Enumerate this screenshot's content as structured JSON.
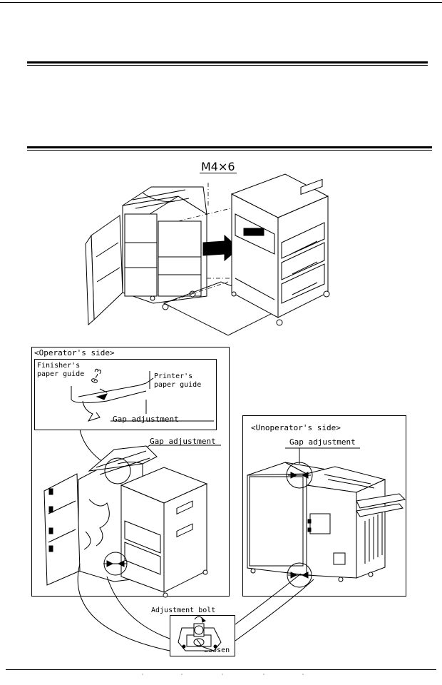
{
  "figure": {
    "screw_label": "M4×6",
    "operator_side_title": "<Operator's side>",
    "unoperator_side_title": "<Unoperator's side>",
    "finisher_guide_label": "Finisher's\npaper guide",
    "printer_guide_label": "Printer's\npaper guide",
    "gap_range_label": "0~3",
    "gap_adjustment_label": "Gap adjustment",
    "adjustment_bolt_label": "Adjustment bolt",
    "loosen_label": "Loosen"
  }
}
